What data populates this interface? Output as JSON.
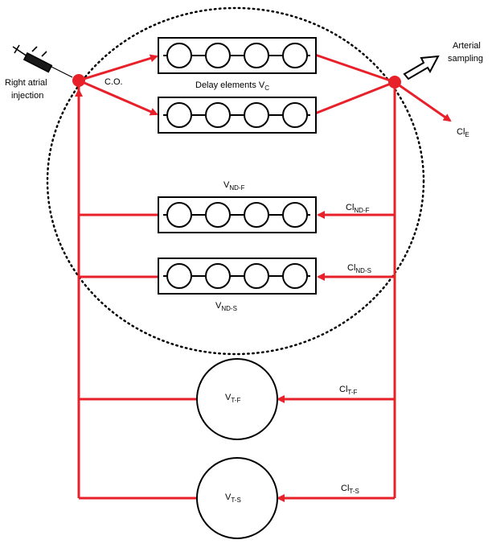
{
  "labels": {
    "right_atrial_1": "Right atrial",
    "right_atrial_2": "injection",
    "co": "C.O.",
    "arterial_1": "Arterial",
    "arterial_2": "sampling",
    "delay_main": "Delay elements V",
    "delay_sub": "C",
    "cle_main": "Cl",
    "cle_sub": "E",
    "vndf_main": "V",
    "vndf_sub": "ND-F",
    "clndf_main": "Cl",
    "clndf_sub": "ND-F",
    "clnds_main": "Cl",
    "clnds_sub": "ND-S",
    "vnds_main": "V",
    "vnds_sub": "ND-S",
    "vtf_main": "V",
    "vtf_sub": "T-F",
    "cltf_main": "Cl",
    "cltf_sub": "T-F",
    "vts_main": "V",
    "vts_sub": "T-S",
    "clts_main": "Cl",
    "clts_sub": "T-S"
  },
  "colors": {
    "flow": "#e8202a",
    "outline": "#000000"
  },
  "icons": {
    "injector": "syringe-icon",
    "sampling": "hollow-arrow-icon"
  }
}
